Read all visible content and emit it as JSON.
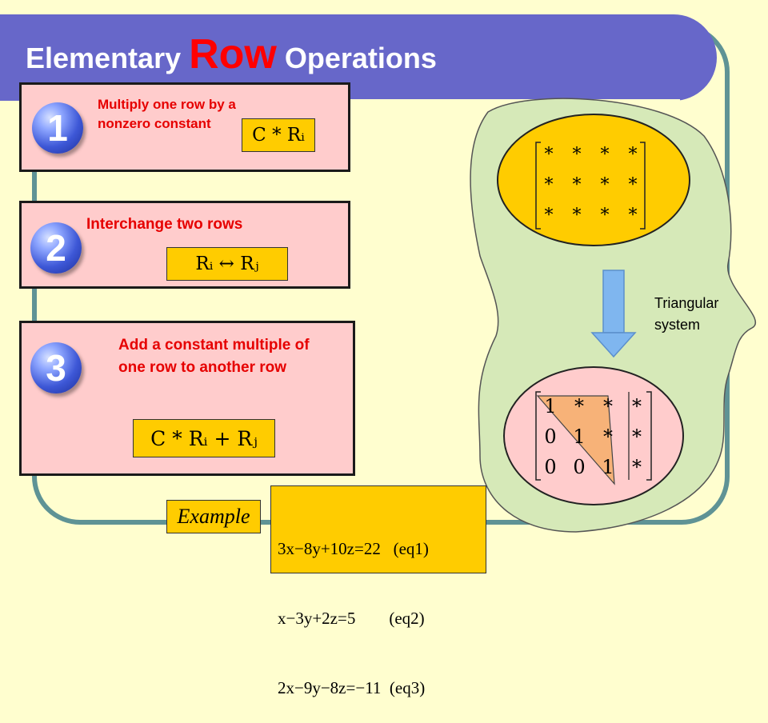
{
  "title": {
    "part1": "Elementary ",
    "highlight": "Row",
    "part2": " Operations"
  },
  "operations": [
    {
      "number": "1",
      "text": "Multiply one row by a nonzero constant",
      "formula": "C * Rᵢ"
    },
    {
      "number": "2",
      "text": "Interchange two rows",
      "formula": "Rᵢ  ↔  Rⱼ"
    },
    {
      "number": "3",
      "text": "Add a constant multiple of one row to another row",
      "formula": "C * Rᵢ + Rⱼ"
    }
  ],
  "matrices": {
    "general": [
      [
        "*",
        "*",
        "*",
        "*"
      ],
      [
        "*",
        "*",
        "*",
        "*"
      ],
      [
        "*",
        "*",
        "*",
        "*"
      ]
    ],
    "triangular": [
      [
        "1",
        "*",
        "*",
        "*"
      ],
      [
        "0",
        "1",
        "*",
        "*"
      ],
      [
        "0",
        "0",
        "1",
        "*"
      ]
    ]
  },
  "arrow_label": "Triangular system",
  "example": {
    "label": "Example",
    "equations": [
      "3x−8y+10z=22   (eq1)",
      "x−3y+2z=5        (eq2)",
      "2x−9y−8z=−11  (eq3)"
    ]
  },
  "colors": {
    "title_bar": "#6767c9",
    "highlight": "#ff0000",
    "box_fill": "#ffcccc",
    "formula_fill": "#ffcc00",
    "blob": "#d6e9b8",
    "frame": "#5f9395",
    "arrow": "#7fb6ef",
    "triangle": "#f7b278"
  }
}
